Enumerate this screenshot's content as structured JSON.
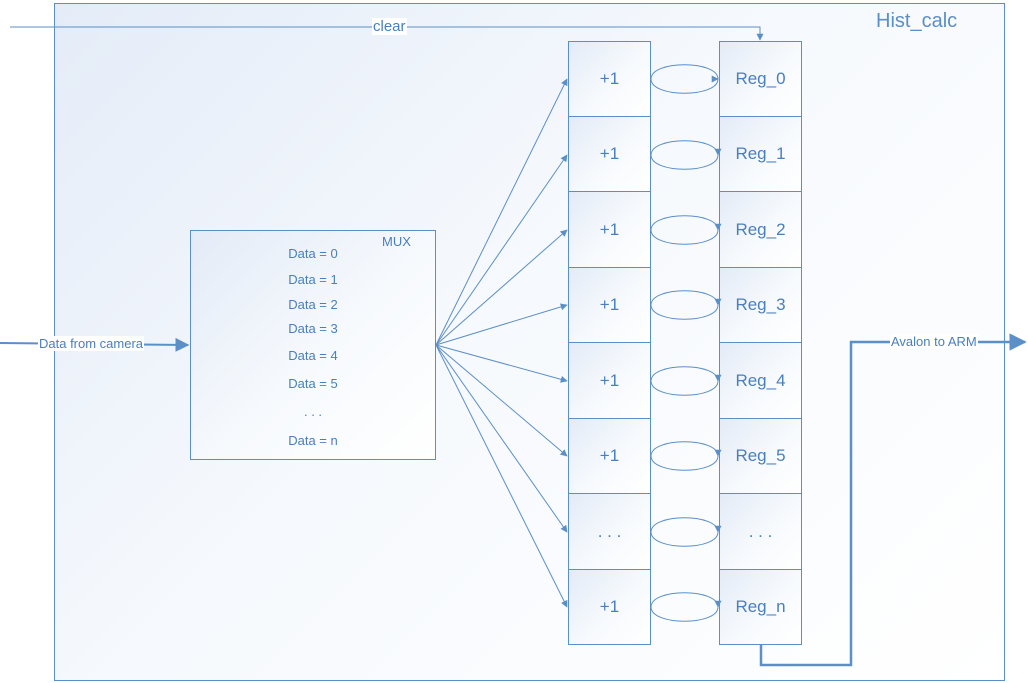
{
  "block": {
    "title": "Hist_calc"
  },
  "signals": {
    "clear": "clear",
    "input": "Data from camera",
    "output": "Avalon to ARM"
  },
  "mux": {
    "label": "MUX",
    "items": [
      "Data = 0",
      "Data = 1",
      "Data = 2",
      "Data = 3",
      "Data = 4",
      "Data = 5",
      ". . .",
      "Data = n"
    ]
  },
  "incrementers": [
    "+1",
    "+1",
    "+1",
    "+1",
    "+1",
    "+1",
    ". . .",
    "+1"
  ],
  "registers": [
    "Reg_0",
    "Reg_1",
    "Reg_2",
    "Reg_3",
    "Reg_4",
    "Reg_5",
    ". . .",
    "Reg_n"
  ],
  "colors": {
    "line": "#5b8fc7",
    "text": "#4a7fbd"
  }
}
